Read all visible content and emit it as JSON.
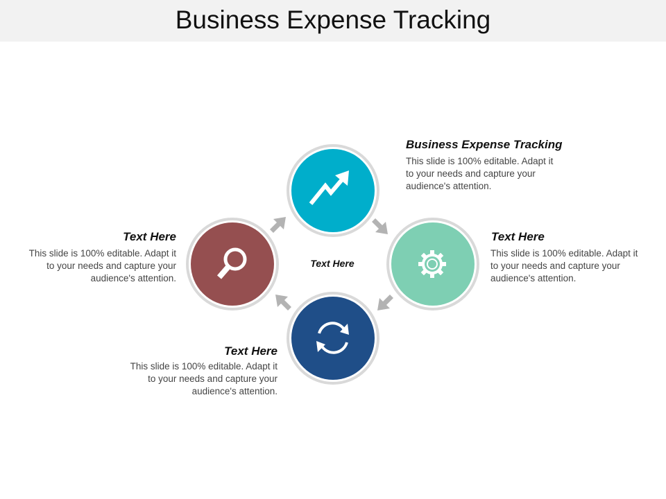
{
  "title": "Business Expense Tracking",
  "center_label": "Text Here",
  "colors": {
    "top": "#00AECB",
    "right": "#7ECFB3",
    "bottom": "#1F4E88",
    "left": "#954F50",
    "arrow": "#b3b3b3"
  },
  "nodes": {
    "top": {
      "heading": "Business Expense Tracking",
      "body": "This slide is 100% editable. Adapt it to your needs and capture your audience's attention.",
      "icon": "trend-up-arrow-icon"
    },
    "right": {
      "heading": "Text Here",
      "body": "This slide is 100% editable. Adapt it to your needs and capture your audience's attention.",
      "icon": "gear-icon"
    },
    "bottom": {
      "heading": "Text Here",
      "body": "This slide is 100% editable. Adapt it to your needs and capture your audience's attention.",
      "icon": "refresh-icon"
    },
    "left": {
      "heading": "Text Here",
      "body": "This slide is 100% editable. Adapt it to your needs and capture your audience's attention.",
      "icon": "magnifier-icon"
    }
  }
}
